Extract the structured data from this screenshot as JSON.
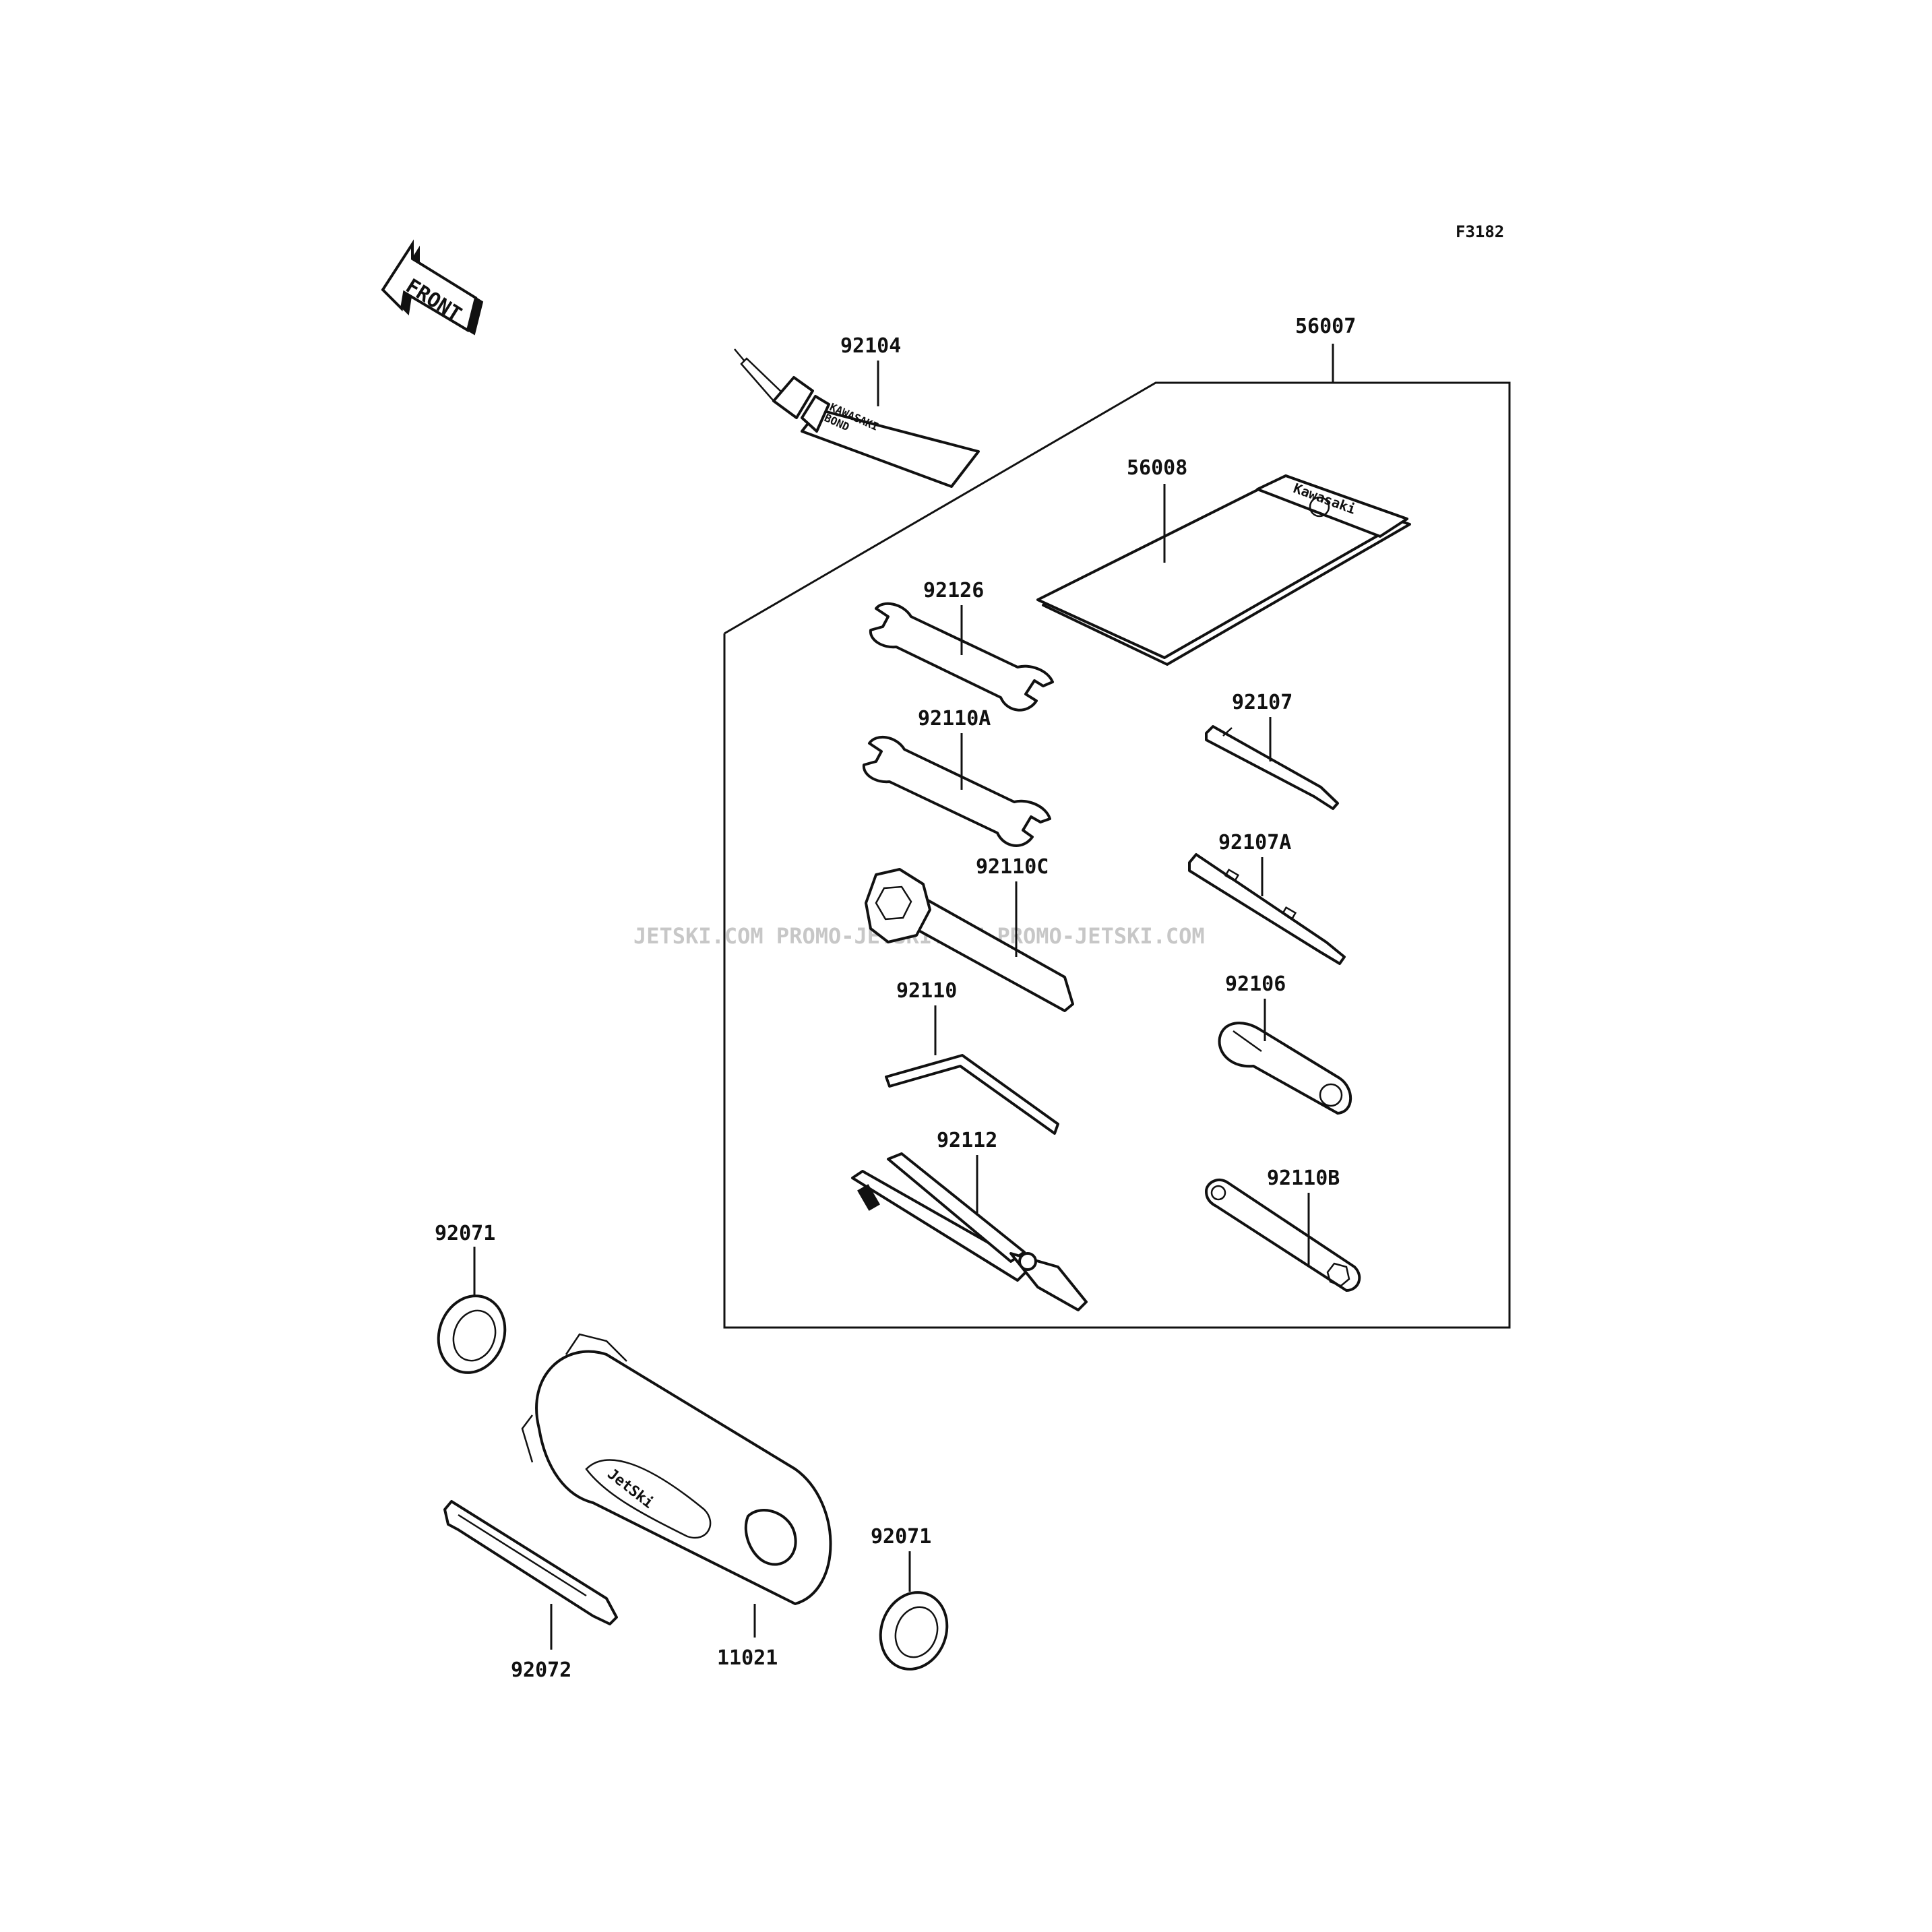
{
  "figure_code": "F3182",
  "front_label": "FRONT",
  "watermark": "JETSKI.COM   PROMO-JETSKI.COM   PROMO-JETSKI.COM",
  "tube_text": [
    "KAWASAKI",
    "BOND"
  ],
  "pouch_text": "Kawasaki",
  "case_text": "JetSki",
  "parts": [
    "92104",
    "56007",
    "56008",
    "92126",
    "92110A",
    "92107",
    "92107A",
    "92110C",
    "92110",
    "92106",
    "92112",
    "92110B",
    "92071",
    "92071",
    "92072",
    "11021"
  ],
  "colors": {
    "line": "#111111",
    "watermark": "#c7c7c7",
    "background": "#ffffff"
  }
}
